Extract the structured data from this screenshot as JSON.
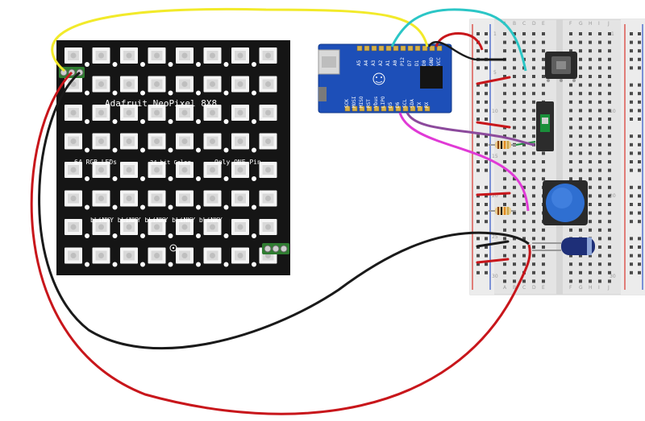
{
  "matrix": {
    "title": "Adafruit NeoPixel 8X8",
    "leds_label": "64 RGB LEDs",
    "color_label": "24 bit Color",
    "pin_label": "Only ONE Pin",
    "blinky_label": "bLiNKY bLiNKY bLiNKY bLiNKY bLiNKY"
  },
  "microcontroller": {
    "top_pins": [
      "A5",
      "A4",
      "A3",
      "A2",
      "A1",
      "A0",
      "P12",
      "D7",
      "D1",
      "D0",
      "GND",
      "VCC"
    ],
    "bottom_pins": [
      "SCK",
      "MOSI",
      "MISO",
      "RST",
      "Vbus",
      "LIPO",
      "D5",
      "D6",
      "SCL",
      "SDA",
      "TX",
      "RX"
    ]
  },
  "breadboard": {
    "column_letters_left": [
      "A",
      "B",
      "C",
      "D",
      "E"
    ],
    "column_letters_right": [
      "F",
      "G",
      "H",
      "I",
      "J"
    ],
    "row_numbers": [
      "1",
      "5",
      "10",
      "15",
      "20",
      "25",
      "30"
    ]
  },
  "colors": {
    "matrix_board": "#151515",
    "microcontroller_board": "#1d4fb8",
    "breadboard": "#e6e6e6",
    "wire_yellow": "#f2ea2a",
    "wire_cyan": "#2bc6c6",
    "wire_red": "#c8161b",
    "wire_black": "#1a1a1a",
    "wire_magenta": "#e03ad6",
    "wire_purple": "#8c4a9c",
    "button_cap": "#2f6fd1",
    "capacitor": "#1e2f78"
  },
  "components": [
    "neopixel-matrix",
    "microcontroller",
    "potentiometer",
    "slide-switch",
    "push-button",
    "capacitor",
    "resistor",
    "resistor"
  ]
}
